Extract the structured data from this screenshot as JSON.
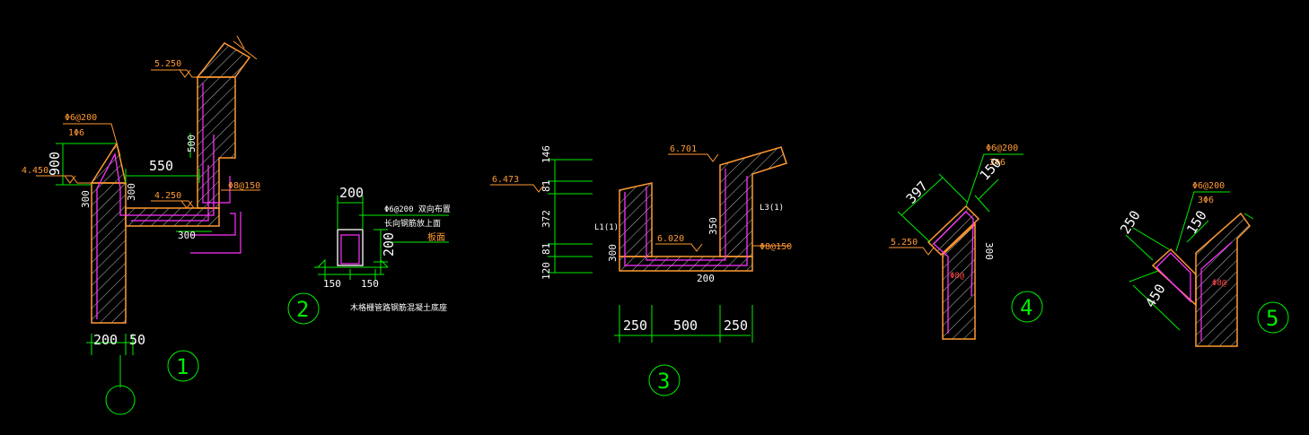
{
  "colors": {
    "background": "#000000",
    "dimension_lines": "#00ee00",
    "concrete_outline": "#ff9933",
    "rebar": "#ff33ff",
    "hatch": "#bbbbbb",
    "text": "#ffffff",
    "annotation": "#ff9933",
    "axis_bubble": "#00ee00"
  },
  "details": {
    "d1": {
      "tag": "1",
      "elev_top": "5.250",
      "elev_mid": "4.450",
      "elev_slab": "4.250",
      "rebar_top": "Φ6@200",
      "rebar_top2": "1Φ6",
      "rebar_side": "Φ8@150",
      "dim_550": "550",
      "dim_900": "900",
      "dim_300a": "300",
      "dim_300b": "300",
      "dim_300c": "300",
      "dim_500": "500",
      "dim_200": "200",
      "dim_50": "50"
    },
    "d2": {
      "tag": "2",
      "dim_200_top": "200",
      "dim_200_side": "200",
      "dim_150a": "150",
      "dim_150b": "150",
      "rebar_note": "Φ6@200 双向布置",
      "rebar_note2": "长向钢筋放上面",
      "side_label": "板面",
      "caption": "木格栅管路钢筋混凝土底座"
    },
    "d3": {
      "tag": "3",
      "elev_a": "6.473",
      "elev_b": "6.701",
      "elev_c": "6.020",
      "rebar": "Φ8@150",
      "beam_l": "L1(1)",
      "beam_r": "L3(1)",
      "dim_146": "146",
      "dim_81a": "81",
      "dim_372": "372",
      "dim_81b": "81",
      "dim_120": "120",
      "dim_300": "300",
      "dim_350": "350",
      "dim_200": "200",
      "dim_250a": "250",
      "dim_500": "500",
      "dim_250b": "250"
    },
    "d4": {
      "tag": "4",
      "elev": "5.250",
      "rebar": "Φ6@200",
      "rebar2": "2Φ6",
      "dim_397": "397",
      "dim_150": "150",
      "dim_300": "300",
      "red_mark": "Φ8@"
    },
    "d5": {
      "tag": "5",
      "rebar": "Φ6@200",
      "rebar2": "3Φ6",
      "dim_250": "250",
      "dim_150": "150",
      "dim_450": "450",
      "red_mark": "Φ8@"
    }
  }
}
